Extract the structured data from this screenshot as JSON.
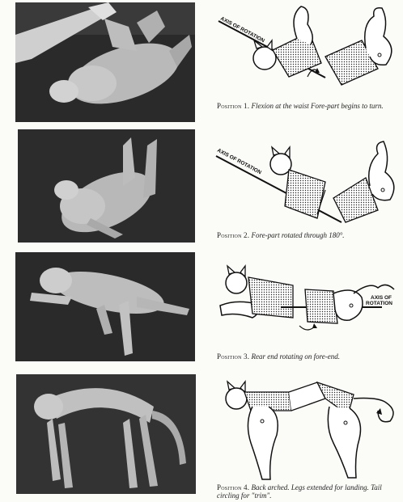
{
  "panels": [
    {
      "position_label": "Position 1.",
      "caption": "Flexion at the waist Fore-part begins to turn.",
      "axis_label": "AXIS OF ROTATION"
    },
    {
      "position_label": "Position 2.",
      "caption": "Fore-part rotated through 180°.",
      "axis_label": "AXIS OF ROTATION"
    },
    {
      "position_label": "Position 3.",
      "caption": "Rear end rotating on fore-end.",
      "axis_label_line1": "AXIS OF",
      "axis_label_line2": "ROTATION"
    },
    {
      "position_label": "Position 4.",
      "caption": "Back arched. Legs extended for landing. Tail circling for \"trim\"."
    }
  ]
}
